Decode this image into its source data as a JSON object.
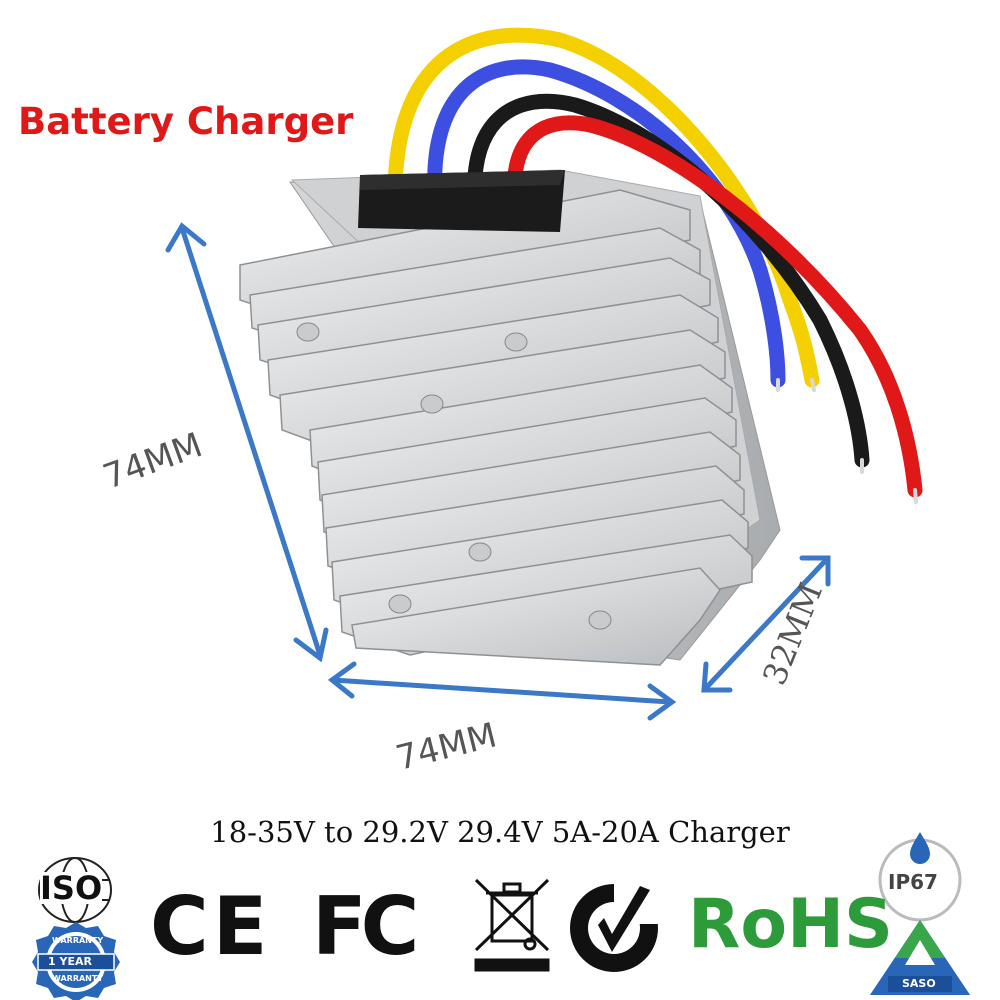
{
  "headline": "Battery Charger",
  "dimensions": {
    "height": "74MM",
    "width": "74MM",
    "depth": "32MM"
  },
  "spec_line": "18-35V to 29.2V 29.4V 5A-20A Charger",
  "wires": [
    "yellow",
    "blue",
    "black",
    "red"
  ],
  "certifications": {
    "iso": "ISO",
    "warranty_top": "WARRANTY",
    "warranty_mid": "1 YEAR",
    "warranty_bottom": "WARRANTY",
    "ce": "CE",
    "fc": "FC",
    "rohs": "RoHS",
    "ip": "IP67",
    "saso": "SASO"
  },
  "colors": {
    "headline": "#e01818",
    "arrow": "#3b78c8",
    "rohs": "#2e9b3a",
    "wire_yellow": "#f5d000",
    "wire_blue": "#3c4fe0",
    "wire_black": "#1a1a1a",
    "wire_red": "#e01818"
  }
}
